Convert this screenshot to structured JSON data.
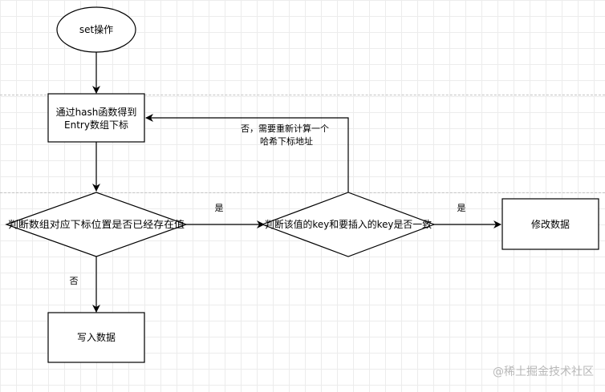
{
  "nodes": {
    "start": "set操作",
    "compute_index_line1": "通过hash函数得到",
    "compute_index_line2": "Entry数组下标",
    "check_slot": "判断数组对应下标位置是否已经存在值",
    "compare_key": "判断该值的key和要插入的key是否一致",
    "modify_data": "修改数据",
    "write_data": "写入数据"
  },
  "edges": {
    "slot_exists_yes": "是",
    "keys_equal_yes": "是",
    "slot_exists_no": "否",
    "keys_differ_line1": "否，需要重新计算一个",
    "keys_differ_line2": "哈希下标地址"
  },
  "watermark": "@稀土掘金技术社区"
}
